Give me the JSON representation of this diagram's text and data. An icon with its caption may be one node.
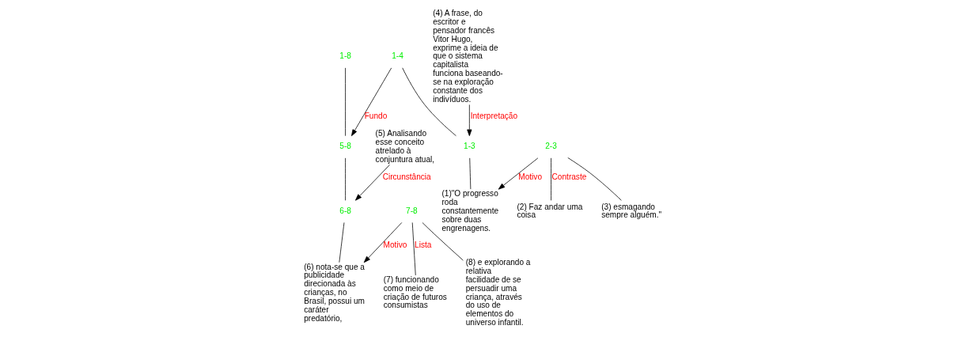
{
  "diagram": {
    "nodes": [
      {
        "text": [
          "1-8"
        ]
      },
      {
        "text": [
          "1-4"
        ]
      },
      {
        "text": [
          "5-8"
        ]
      },
      {
        "text": [
          "1-3"
        ]
      },
      {
        "text": [
          "(4) A frase, do escritor e pensador francês Vitor Hugo, exprime a ideia de que o sistema capitalista funciona baseando-se na exploração constante dos indivíduos."
        ]
      },
      {
        "text": [
          "(5) Analisando esse conceito atrelado à conjuntura atual,"
        ]
      },
      {
        "text": [
          "6-8"
        ]
      },
      {
        "text": [
          "(1)\"O progresso roda constantemente sobre duas engrenagens."
        ]
      },
      {
        "text": [
          "2-3"
        ]
      },
      {
        "text": [
          "(6) nota-se que a publicidade direcionada às crianças, no Brasil, possui um caráter predatório,"
        ]
      },
      {
        "text": [
          "7-8"
        ]
      },
      {
        "text": [
          "(2) Faz andar uma coisa"
        ]
      },
      {
        "text": [
          "(3) esmagando sempre alguém.\""
        ]
      },
      {
        "text": [
          "(7) funcionando como meio de criação de futuros consumistas"
        ]
      },
      {
        "text": [
          "(8) e explorando a relativa facilidade de se persuadir uma criança, através do uso de elementos do universo infantil."
        ]
      }
    ],
    "edges": [
      {
        "from": 0,
        "to": 2,
        "arrow": "none"
      },
      {
        "from": 1,
        "to": 2,
        "arrow": "to",
        "label": "Fundo"
      },
      {
        "from": 1,
        "to": 3,
        "arrow": "none"
      },
      {
        "from": 4,
        "to": 3,
        "arrow": "to",
        "label": "Interpretação"
      },
      {
        "from": 3,
        "to": 7,
        "arrow": "none"
      },
      {
        "from": 8,
        "to": 7,
        "arrow": "to",
        "label": "Motivo"
      },
      {
        "from": 8,
        "to": 11,
        "arrow": "none",
        "label": "Contraste"
      },
      {
        "from": 8,
        "to": 12,
        "arrow": "none"
      },
      {
        "from": 2,
        "to": 6,
        "arrow": "none"
      },
      {
        "from": 5,
        "to": 6,
        "arrow": "to",
        "label": "Circunstância"
      },
      {
        "from": 6,
        "to": 9,
        "arrow": "none"
      },
      {
        "from": 10,
        "to": 9,
        "arrow": "to",
        "label": "Motivo"
      },
      {
        "from": 10,
        "to": 13,
        "arrow": "none",
        "label": "Lista"
      },
      {
        "from": 10,
        "to": 14,
        "arrow": "none"
      }
    ]
  }
}
